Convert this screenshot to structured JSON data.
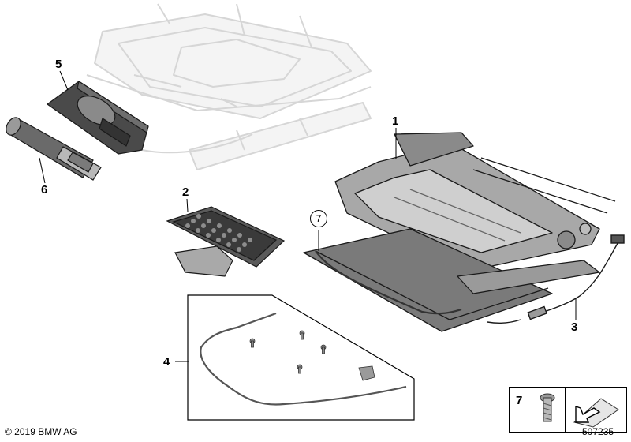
{
  "diagram": {
    "callouts": {
      "p1": "1",
      "p2": "2",
      "p3": "3",
      "p4": "4",
      "p5": "5",
      "p6": "6",
      "p7_circled": "7"
    },
    "legend": {
      "number": "7",
      "icons": [
        "bolt-icon",
        "mounting-arrow-icon"
      ]
    },
    "copyright": "© 2019 BMW AG",
    "image_number": "507235"
  }
}
